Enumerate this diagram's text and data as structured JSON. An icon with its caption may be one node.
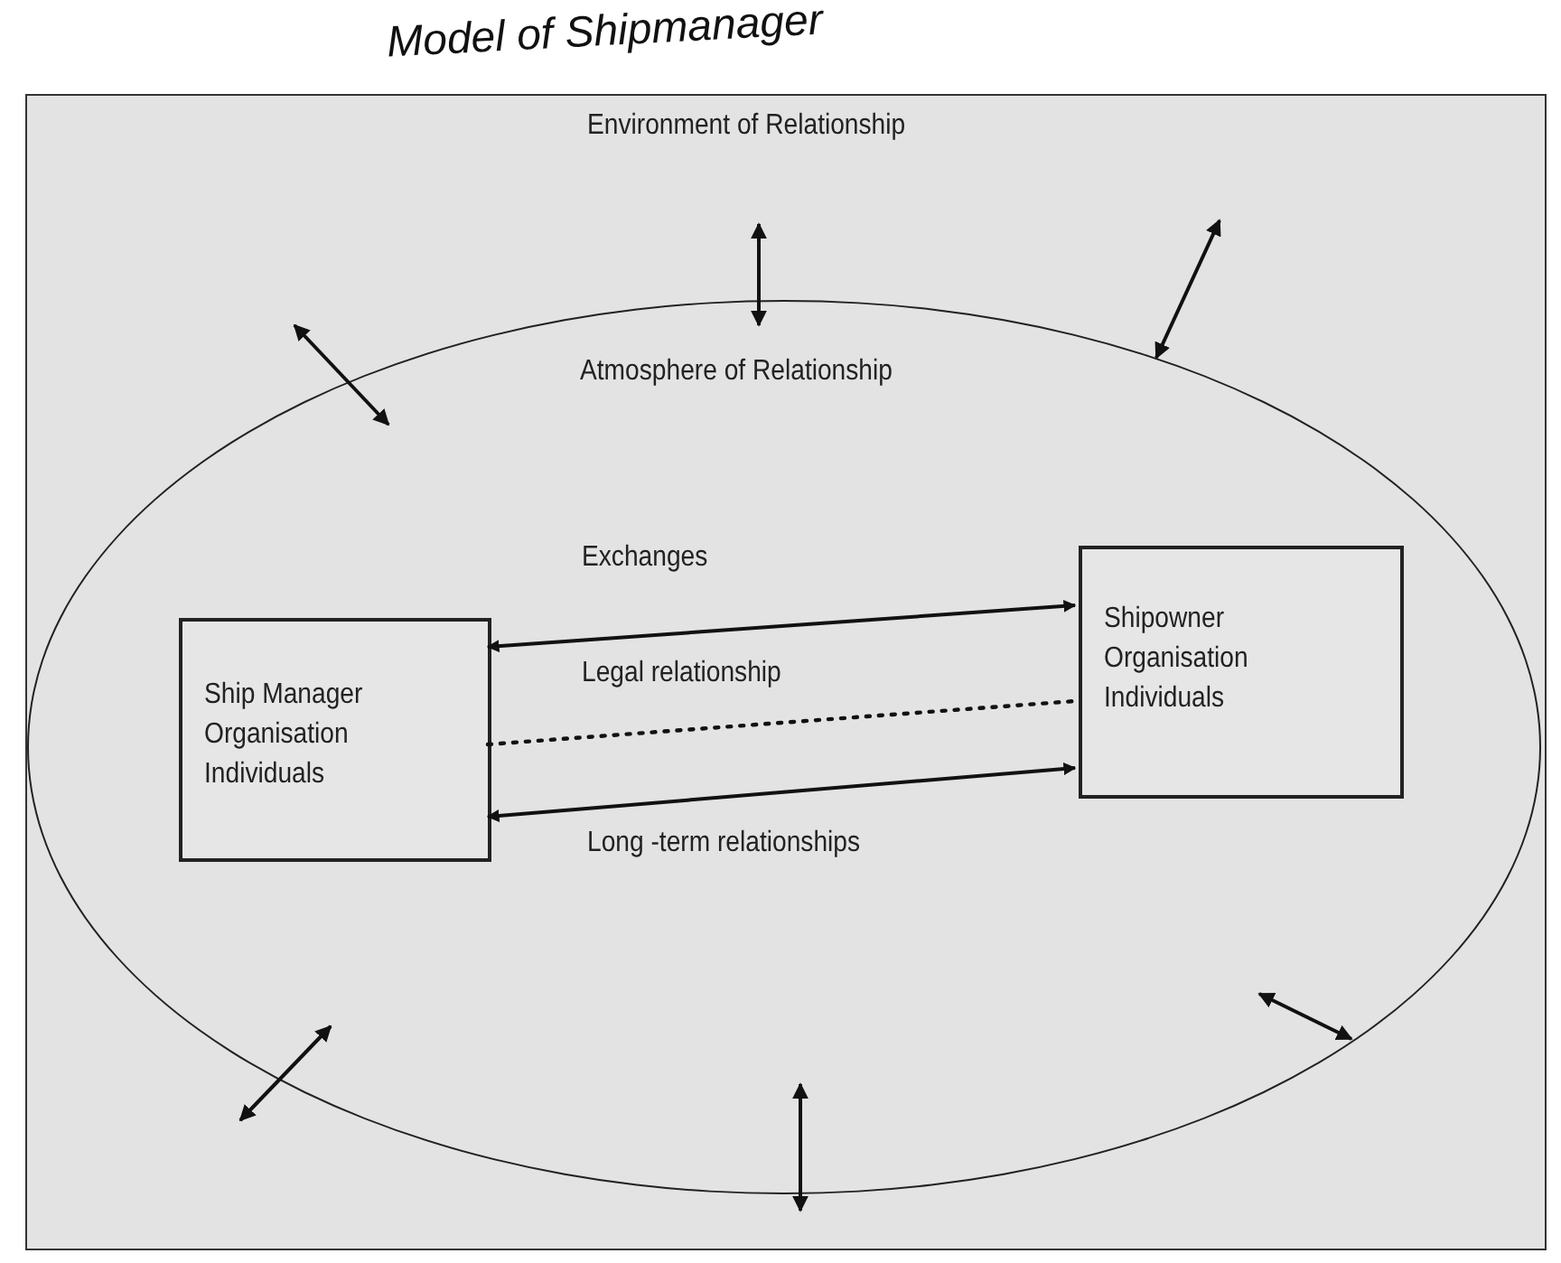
{
  "diagram": {
    "title": "Model of Shipmanager",
    "nodes": [
      {
        "text": [
          "Environment of Relationship"
        ]
      },
      {
        "text": [
          "Atmosphere of Relationship"
        ],
        "in": 0
      },
      {
        "text": [
          "Ship Manager Organisation Individuals"
        ],
        "in": 1
      },
      {
        "text": [
          "Shipowner Organisation Individuals"
        ],
        "in": 1
      }
    ],
    "edges": [
      {
        "from": 2,
        "to": 3,
        "arrow": "both",
        "label": "Exchanges"
      },
      {
        "from": 2,
        "to": 3,
        "arrow": "none",
        "label": "Legal relationship",
        "style": "dashed"
      },
      {
        "from": 2,
        "to": 3,
        "arrow": "both",
        "label": "Long -term relationships"
      }
    ]
  }
}
